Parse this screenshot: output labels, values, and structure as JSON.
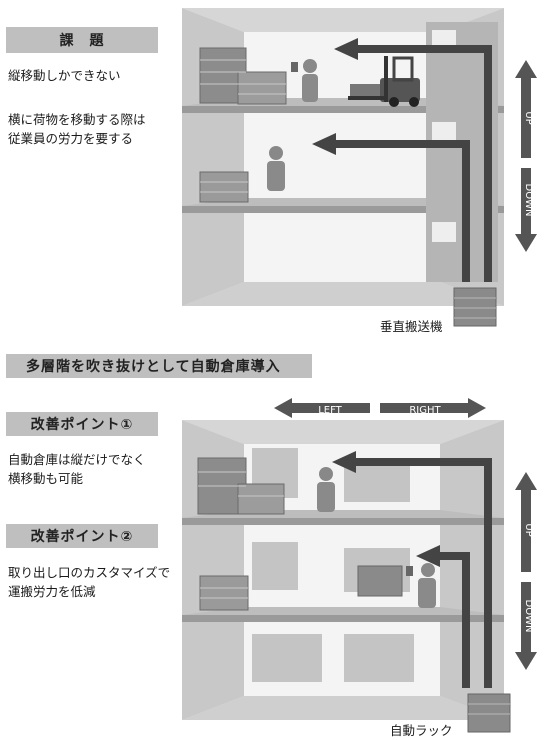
{
  "top": {
    "heading": "課　題",
    "line1": "縦移動しかできない",
    "line2a": "横に荷物を移動する際は",
    "line2b": "従業員の労力を要する",
    "up": "UP",
    "down": "DOWN",
    "caption": "垂直搬送機"
  },
  "banner": "多層階を吹き抜けとして自動倉庫導入",
  "bottom": {
    "point1_title": "改善ポイント①",
    "point1_a": "自動倉庫は縦だけでなく",
    "point1_b": "横移動も可能",
    "point2_title": "改善ポイント②",
    "point2_a": "取り出し口のカスタマイズで",
    "point2_b": "運搬労力を低減",
    "left": "LEFT",
    "right": "RIGHT",
    "up": "UP",
    "down": "DOWN",
    "caption": "自動ラック"
  }
}
